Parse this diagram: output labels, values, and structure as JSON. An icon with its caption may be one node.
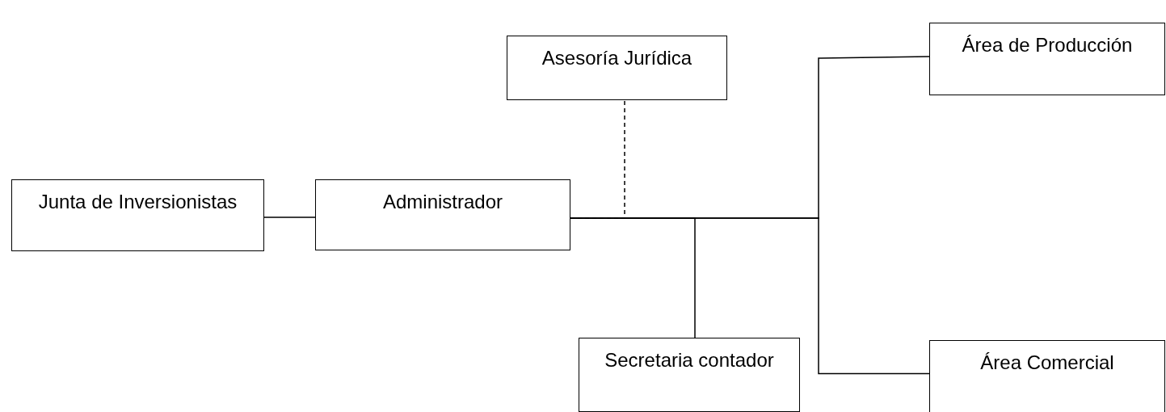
{
  "diagram": {
    "nodes": [
      {
        "text": [
          "Junta de Inversionistas"
        ]
      },
      {
        "text": [
          "Administrador"
        ]
      },
      {
        "text": [
          "Asesoría Jurídica"
        ]
      },
      {
        "text": [
          "Área de Producción"
        ]
      },
      {
        "text": [
          "Secretaria contador"
        ]
      },
      {
        "text": [
          "Área Comercial"
        ]
      }
    ],
    "edges": [
      {
        "from": 0,
        "to": 1,
        "arrow": "none"
      },
      {
        "from": 1,
        "to": 2,
        "arrow": "none",
        "style": "dashed"
      },
      {
        "from": 1,
        "to": 3,
        "arrow": "none"
      },
      {
        "from": 1,
        "to": 4,
        "arrow": "none"
      },
      {
        "from": 1,
        "to": 5,
        "arrow": "none"
      }
    ]
  }
}
